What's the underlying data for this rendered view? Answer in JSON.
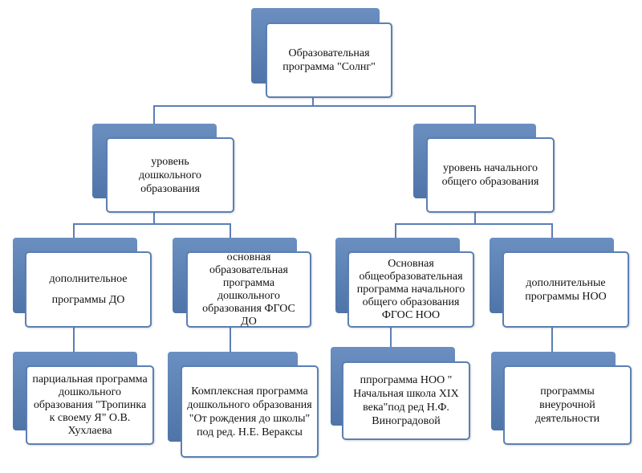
{
  "diagram": {
    "root": {
      "text": "Образовательная программа \"Солнг\""
    },
    "level1": [
      {
        "text": "уровень дошкольного образования"
      },
      {
        "text": "уровень начального общего образования"
      }
    ],
    "level2": [
      {
        "text": "дополнительное программы ДО"
      },
      {
        "text": "основная образовательная программа дошкольного образования ФГОС ДО"
      },
      {
        "text": "Основная общеобразовательная программа начального общего образования ФГОС НОО"
      },
      {
        "text": "дополнительные программы НОО"
      }
    ],
    "level3": [
      {
        "text": "парциальная программа дошкольного образования \"Тропинка к своему Я\" О.В. Хухлаева"
      },
      {
        "text": "Комплексная программа дошкольного образования \"От рождения до школы\" под ред. Н.Е. Вераксы"
      },
      {
        "text": "ппрограмма НОО \" Начальная школа XIX века\"под ред Н.Ф. Виноградовой"
      },
      {
        "text": "программы внеурочной деятельности"
      }
    ]
  },
  "colors": {
    "accent": "#5b7fb3",
    "box_back": "#4f74a8",
    "box_front": "#ffffff",
    "text": "#111111"
  }
}
